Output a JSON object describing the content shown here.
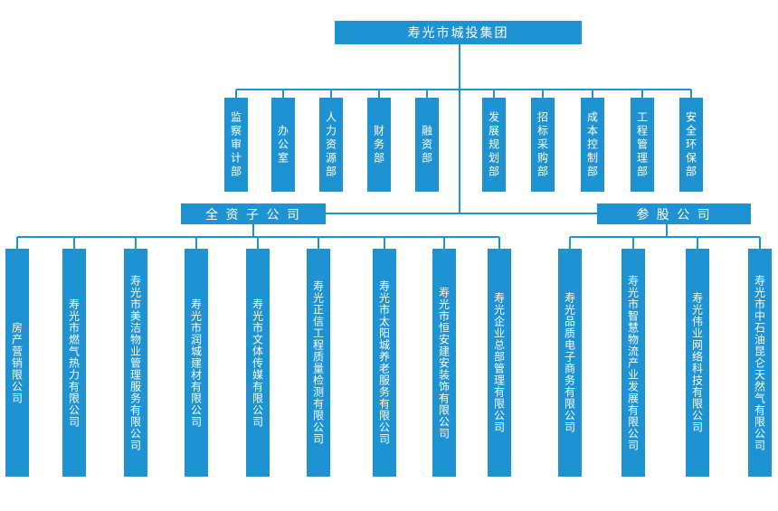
{
  "root": "寿光市城投集团",
  "departments": [
    "监察审计部",
    "办公室",
    "人力资源部",
    "财务部",
    "融资部",
    "发展规划部",
    "招标采购部",
    "成本控制部",
    "工程管理部",
    "安全环保部"
  ],
  "group_wholly_owned": "全 资 子 公 司",
  "group_shareholding": "参 股 公 司",
  "wholly_owned_companies": [
    "房产营销限公司",
    "寿光市燃气热力有限公司",
    "寿光市美洁物业管理服务有限公司",
    "寿光市润城建材有限公司",
    "寿光市文体传媒有限公司",
    "寿光正信工程质量检测有限公司",
    "寿光市太阳城养老服务有限公司",
    "寿光市恒安建安装饰有限公司",
    "寿光企业总部管理有限公司"
  ],
  "shareholding_companies": [
    "寿光品质电子商务有限公司",
    "寿光市智慧物流产业发展有限公司",
    "寿光伟业网络科技有限公司",
    "寿光市中石油昆仑天然气有限公司"
  ],
  "colors": {
    "box": "#1f93d2",
    "line": "#1f93d2",
    "text": "#ffffff"
  }
}
